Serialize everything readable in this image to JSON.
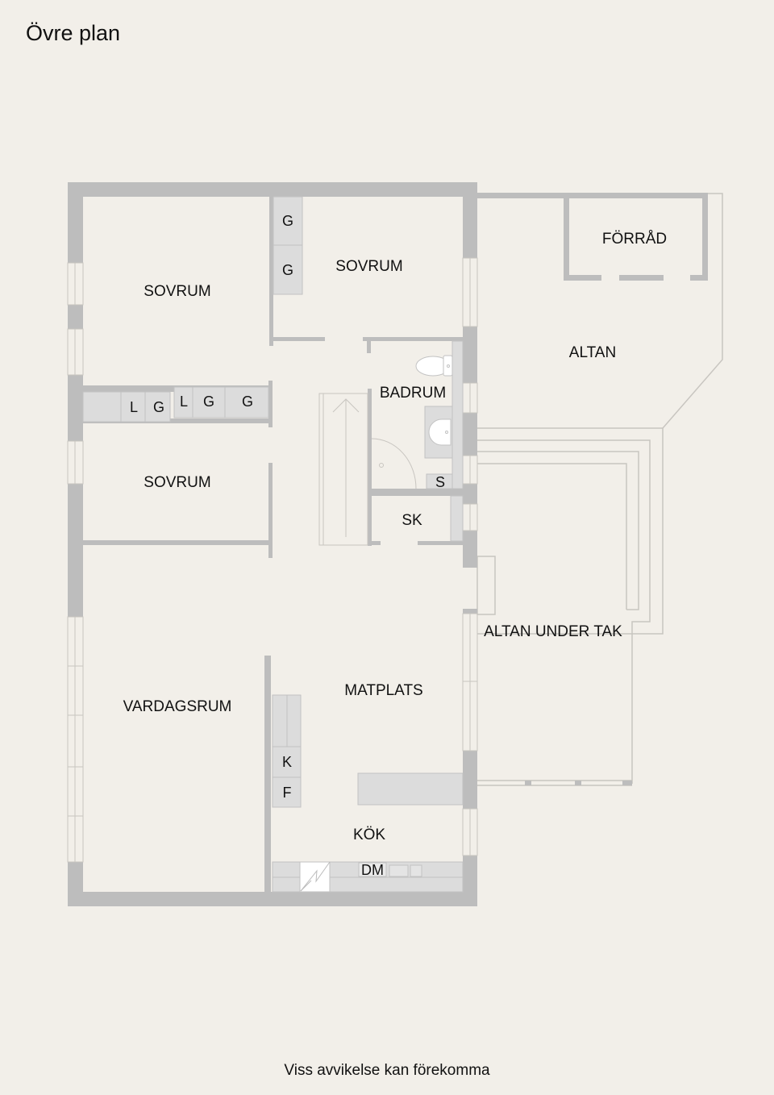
{
  "header": {
    "title": "Övre plan"
  },
  "footer": {
    "disclaimer": "Viss avvikelse kan förekomma"
  },
  "colors": {
    "background": "#f2efe9",
    "wall": "#bdbdbd",
    "wall_dark": "#b0b0b0",
    "fixture": "#dcdcdc",
    "line": "#c8c5c0",
    "text": "#111111"
  },
  "rooms": {
    "sovrum_nw": "SOVRUM",
    "sovrum_n": "SOVRUM",
    "sovrum_w": "SOVRUM",
    "forrad": "FÖRRÅD",
    "altan": "ALTAN",
    "badrum": "BADRUM",
    "sk": "SK",
    "altan_under_tak": "ALTAN UNDER TAK",
    "vardagsrum": "VARDAGSRUM",
    "matplats": "MATPLATS",
    "kok": "KÖK"
  },
  "fixtures": {
    "wardrobe_n_1": "G",
    "wardrobe_n_2": "G",
    "closet_row": [
      "L",
      "G",
      "L",
      "G",
      "G"
    ],
    "shower": "S",
    "fridge": "K",
    "freezer": "F",
    "dishwasher": "DM"
  }
}
